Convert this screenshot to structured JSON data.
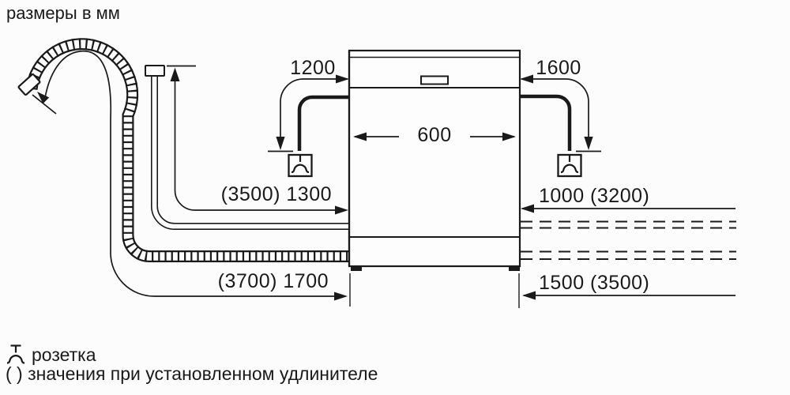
{
  "title": "размеры в мм",
  "dimensions_mm": {
    "power_cord_left": "1200",
    "power_cord_right": "1600",
    "appliance_width": "600",
    "inlet_hose_left": "(3500) 1300",
    "inlet_hose_right": "1000 (3200)",
    "drain_hose_left": "(3700) 1700",
    "drain_hose_right": "1500 (3500)"
  },
  "legend": {
    "socket_label": "розетка",
    "extension_note": "( ) значения при установленном удлинителе"
  },
  "icons": {
    "socket": "power-socket-icon"
  },
  "colors": {
    "line": "#1a1a1a",
    "background": "#fcfcfc"
  }
}
